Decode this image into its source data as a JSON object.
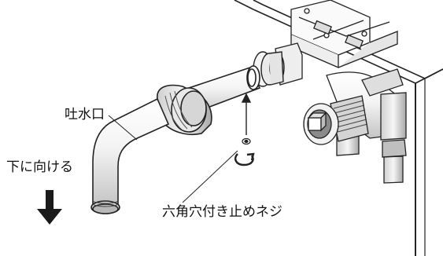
{
  "labels": {
    "spout": "吐水口",
    "point_down": "下に向ける",
    "set_screw": "六角穴付き止めネジ"
  },
  "colors": {
    "line": "#222222",
    "fill_light": "#f2f2f2",
    "fill_mid": "#d8d8d8",
    "fill_dark": "#9a9a9a",
    "background": "#ffffff"
  },
  "icons": {
    "down_arrow": "down-arrow-icon",
    "rotation": "rotate-arrow-icon"
  }
}
